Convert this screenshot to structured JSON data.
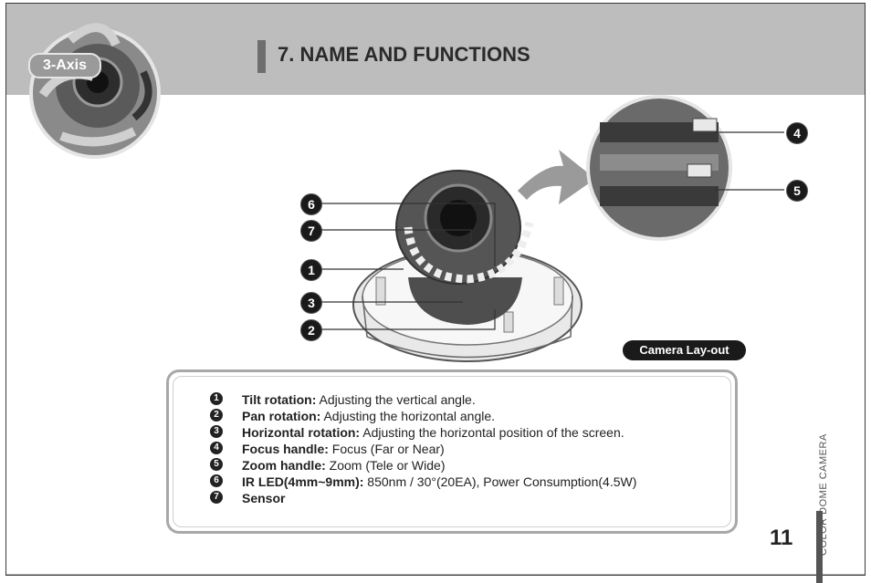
{
  "header": {
    "axis_badge": "3-Axis",
    "title": "7. NAME AND FUNCTIONS"
  },
  "diagram": {
    "callouts": [
      "6",
      "7",
      "1",
      "3",
      "2"
    ],
    "zoom_callouts": [
      "4",
      "5"
    ],
    "layout_badge": "Camera Lay-out"
  },
  "descriptions": [
    {
      "num": "1",
      "term": "Tilt rotation:",
      "text": " Adjusting the vertical angle."
    },
    {
      "num": "2",
      "term": "Pan rotation:",
      "text": " Adjusting the horizontal angle."
    },
    {
      "num": "3",
      "term": "Horizontal rotation:",
      "text": " Adjusting the horizontal position of the screen."
    },
    {
      "num": "4",
      "term": "Focus handle:",
      "text": " Focus (Far or Near)"
    },
    {
      "num": "5",
      "term": "Zoom handle:",
      "text": " Zoom (Tele or Wide)"
    },
    {
      "num": "6",
      "term": "IR LED(4mm~9mm):",
      "text": " 850nm / 30°(20EA), Power Consumption(4.5W)"
    },
    {
      "num": "7",
      "term": "Sensor",
      "text": ""
    }
  ],
  "footer": {
    "page_number": "11",
    "side_label": "COLOR DOME CAMERA"
  }
}
